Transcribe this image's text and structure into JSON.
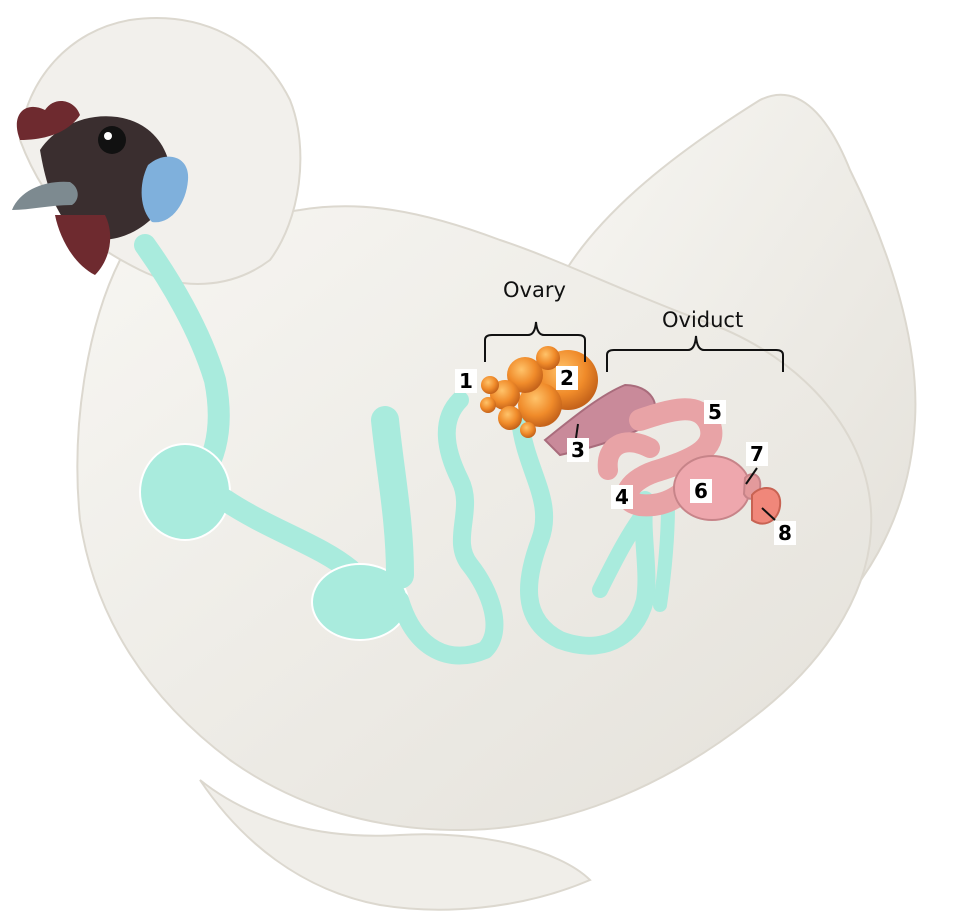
{
  "labels": {
    "ovary": "Ovary",
    "oviduct": "Oviduct"
  },
  "markers": [
    "1",
    "2",
    "3",
    "4",
    "5",
    "6",
    "7",
    "8"
  ],
  "colors": {
    "background": "#ffffff",
    "feathers": "#efede8",
    "digestive_tract": "#a9ebdd",
    "ovary_yolks": "#f08b2a",
    "oviduct": "#e8a3a6",
    "comb": "#6e2a2f"
  }
}
